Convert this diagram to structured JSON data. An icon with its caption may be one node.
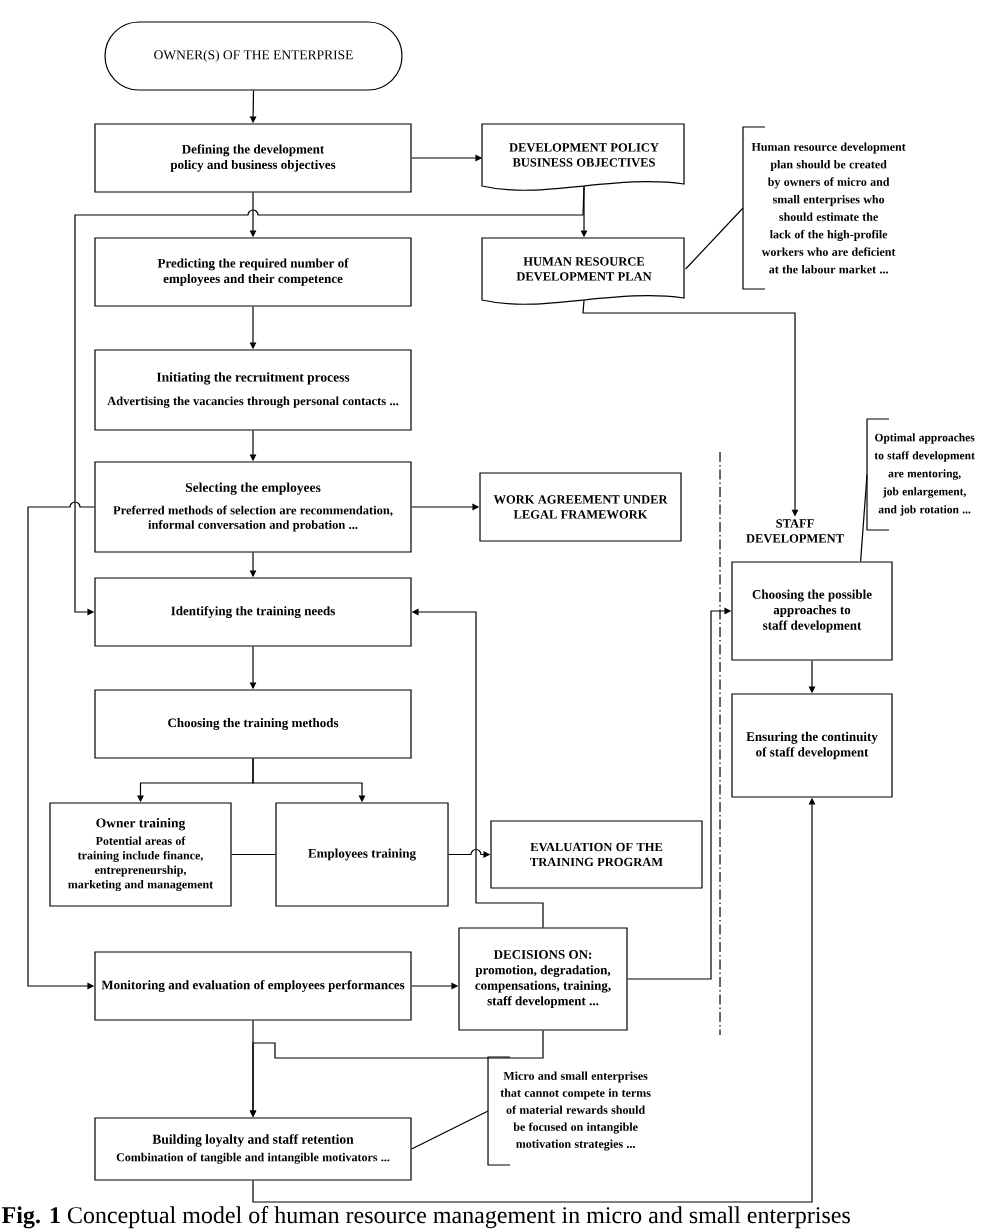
{
  "diagram": {
    "caption": "**Fig. 1** Conceptual model of human resource management in micro and small enterprises",
    "nodes": [
      {
        "text": [
          "OWNER(S) OF THE ENTERPRISE"
        ]
      },
      {
        "text": [
          "Defining the development policy and business objectives"
        ]
      },
      {
        "text": [
          "DEVELOPMENT POLICY BUSINESS OBJECTIVES"
        ]
      },
      {
        "text": [
          "Predicting the required number of employees and their competence"
        ]
      },
      {
        "text": [
          "HUMAN RESOURCE DEVELOPMENT PLAN"
        ]
      },
      {
        "text": [
          "Human resource development plan should be created by owners of micro and small enterprises who should estimate the lack of the high-profile workers who are deficient at the labour market ..."
        ]
      },
      {
        "text": [
          "Initiating the recruitment process",
          "Advertising the vacancies through personal contacts ..."
        ]
      },
      {
        "text": [
          "Selecting the employees",
          "Preferred methods of selection are recommendation, informal conversation and probation ..."
        ]
      },
      {
        "text": [
          "WORK AGREEMENT UNDER LEGAL FRAMEWORK"
        ]
      },
      {
        "text": [
          "STAFF DEVELOPMENT"
        ]
      },
      {
        "text": [
          "Optimal approaches to staff development are mentoring, job enlargement, and job rotation ..."
        ]
      },
      {
        "text": [
          "Identifying the training needs"
        ]
      },
      {
        "text": [
          "Choosing the possible approaches to staff development"
        ]
      },
      {
        "text": [
          "Choosing the training methods"
        ]
      },
      {
        "text": [
          "Ensuring the continuity of staff development"
        ]
      },
      {
        "text": [
          "Owner training",
          "Potential areas of training include finance, entrepreneurship, marketing and management"
        ]
      },
      {
        "text": [
          "Employees training"
        ]
      },
      {
        "text": [
          "EVALUATION OF THE TRAINING PROGRAM"
        ]
      },
      {
        "text": [
          "Monitoring and evaluation of employees performances"
        ]
      },
      {
        "text": [
          "DECISIONS ON:",
          "promotion, degradation, compensations, training, staff development ..."
        ]
      },
      {
        "text": [
          "Building loyalty and staff retention",
          "Combination of tangible and intangible motivators ..."
        ]
      },
      {
        "text": [
          "Micro and small enterprises that cannot compete in terms of material rewards should be focused on intangible motivation strategies ..."
        ]
      }
    ],
    "edges": [
      {
        "from": 0,
        "to": 1,
        "arrow": "to"
      },
      {
        "from": 1,
        "to": 2,
        "arrow": "to"
      },
      {
        "from": 1,
        "to": 3,
        "arrow": "to"
      },
      {
        "from": 2,
        "to": 4,
        "arrow": "to"
      },
      {
        "from": 2,
        "to": 11,
        "arrow": "to"
      },
      {
        "from": 4,
        "to": 9,
        "arrow": "to"
      },
      {
        "from": 5,
        "to": 4,
        "arrow": "none"
      },
      {
        "from": 3,
        "to": 6,
        "arrow": "to"
      },
      {
        "from": 6,
        "to": 7,
        "arrow": "to"
      },
      {
        "from": 7,
        "to": 8,
        "arrow": "to"
      },
      {
        "from": 7,
        "to": 11,
        "arrow": "to"
      },
      {
        "from": 7,
        "to": 18,
        "arrow": "to"
      },
      {
        "from": 10,
        "to": 12,
        "arrow": "none"
      },
      {
        "from": 11,
        "to": 13,
        "arrow": "to"
      },
      {
        "from": 12,
        "to": 14,
        "arrow": "to"
      },
      {
        "from": 13,
        "to": 15,
        "arrow": "to"
      },
      {
        "from": 13,
        "to": 16,
        "arrow": "to"
      },
      {
        "from": 15,
        "to": 16,
        "arrow": "none"
      },
      {
        "from": 16,
        "to": 17,
        "arrow": "to"
      },
      {
        "from": 19,
        "to": 11,
        "arrow": "to"
      },
      {
        "from": 18,
        "to": 19,
        "arrow": "to"
      },
      {
        "from": 19,
        "to": 12,
        "arrow": "to"
      },
      {
        "from": 18,
        "to": 20,
        "arrow": "to"
      },
      {
        "from": 19,
        "to": 20,
        "arrow": "to"
      },
      {
        "from": 20,
        "to": 14,
        "arrow": "to"
      },
      {
        "from": 21,
        "to": 20,
        "arrow": "none"
      }
    ]
  }
}
